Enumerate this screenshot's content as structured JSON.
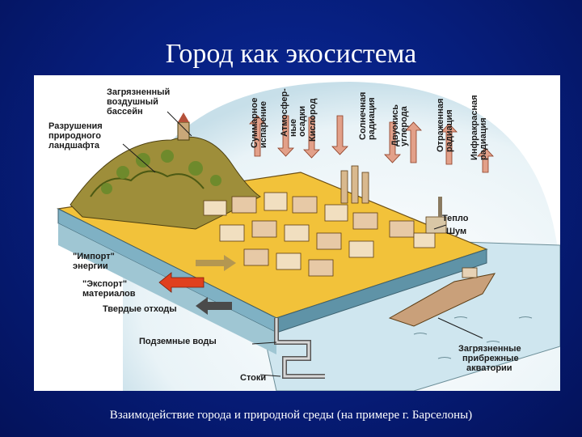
{
  "slide": {
    "title": "Город как экосистема",
    "caption": "Взаимодействие города и природной среды (на примере г. Барселоны)"
  },
  "diagram": {
    "labels": {
      "polluted_air": [
        "Загрязненный",
        "воздушный",
        "бассейн"
      ],
      "destroyed_landscape": [
        "Разрушения",
        "природного",
        "ландшафта"
      ],
      "energy_import": [
        "\"Импорт\"",
        "энергии"
      ],
      "materials_export": [
        "\"Экспорт\"",
        "материалов"
      ],
      "solid_waste": "Твердые отходы",
      "groundwater": "Подземные воды",
      "sewage": "Стоки",
      "polluted_coast": [
        "Загрязненные",
        "прибрежные",
        "акватории"
      ],
      "heat": "Тепло",
      "noise": "Шум"
    },
    "flows": [
      [
        "Суммарное",
        "испарение"
      ],
      [
        "Атмосфер-",
        "ные",
        "осадки"
      ],
      [
        "Кислород"
      ],
      [
        "Солнечная",
        "радиация"
      ],
      [
        "Двуокись",
        "углерода"
      ],
      [
        "Отраженная",
        "радиация"
      ],
      [
        "Инфракрасная",
        "радиация"
      ]
    ],
    "colors": {
      "background": "#061d7a",
      "ground": "#f2c23a",
      "sea": "#cfe6ef",
      "arrow_red": "#e0401e",
      "flow_arrow": "#e2a089"
    }
  }
}
